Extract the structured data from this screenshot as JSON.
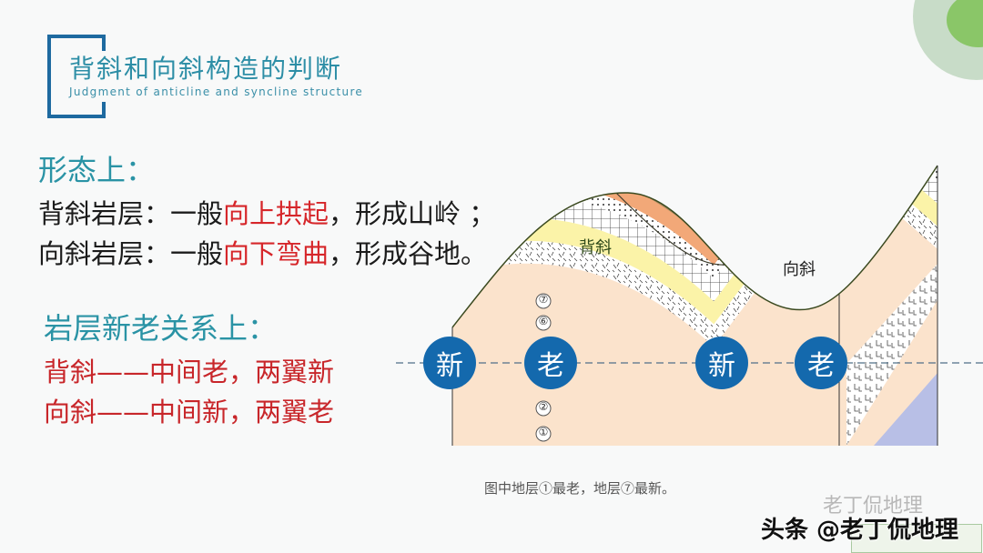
{
  "slide": {
    "title_cn": "背斜和向斜构造的判断",
    "title_en": "Judgment of anticline and syncline structure"
  },
  "section1": {
    "heading": "形态上：",
    "line1": {
      "prefix": "背斜岩层：一般",
      "highlight": "向上拱起",
      "suffix": "，形成山岭 ；"
    },
    "line2": {
      "prefix": "向斜岩层：一般",
      "highlight": "向下弯曲",
      "suffix": "，形成谷地。"
    }
  },
  "section2": {
    "heading": "岩层新老关系上：",
    "line1": "背斜——中间老，两翼新",
    "line2": "向斜——中间新，两翼老"
  },
  "diagram": {
    "label_anticline": "背斜",
    "label_syncline": "向斜",
    "layer_labels": [
      "①",
      "②",
      "⑥",
      "⑦"
    ],
    "badges": [
      {
        "text": "新"
      },
      {
        "text": "老"
      },
      {
        "text": "新"
      },
      {
        "text": "老"
      }
    ],
    "caption": "图中地层①最老，地层⑦最新。",
    "colors": {
      "surface": "#a6d15a",
      "layer7": "#a88a5e",
      "layer6": "#f2a878",
      "layer5": "#ffffff",
      "layer4": "#ffffff",
      "layer3": "#fbf3a8",
      "layer2": "#ffffff",
      "layer1": "#fbe3cc",
      "base": "#b8bfe6",
      "badge": "#1469ad",
      "accent_teal": "#2a93a5",
      "accent_red": "#d6262a"
    }
  },
  "watermark": {
    "back": "老丁侃地理",
    "front": "头条 @老丁侃地理"
  }
}
